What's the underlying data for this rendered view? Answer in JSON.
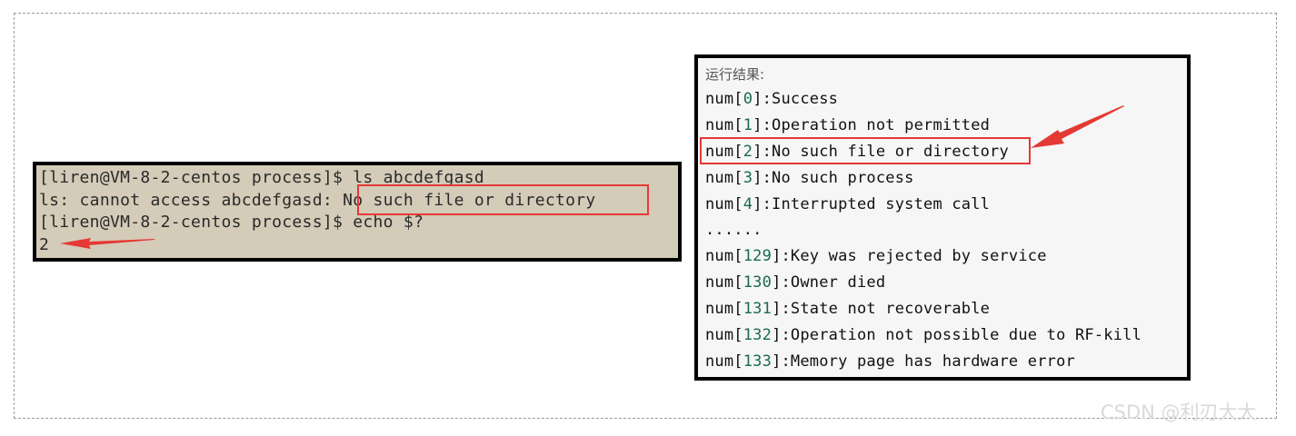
{
  "terminal": {
    "lines": [
      "[liren@VM-8-2-centos process]$ ls abcdefgasd",
      "ls: cannot access abcdefgasd: No such file or directory",
      "[liren@VM-8-2-centos process]$ echo $?",
      "2"
    ],
    "highlighted_text": "No such file or directory"
  },
  "result": {
    "title": "运行结果:",
    "lines": [
      {
        "prefix": "num[",
        "index": "0",
        "suffix": "]:Success"
      },
      {
        "prefix": "num[",
        "index": "1",
        "suffix": "]:Operation not permitted"
      },
      {
        "prefix": "num[",
        "index": "2",
        "suffix": "]:No such file or directory"
      },
      {
        "prefix": "num[",
        "index": "3",
        "suffix": "]:No such process"
      },
      {
        "prefix": "num[",
        "index": "4",
        "suffix": "]:Interrupted system call"
      },
      {
        "prefix": "",
        "index": "",
        "suffix": "......"
      },
      {
        "prefix": "num[",
        "index": "129",
        "suffix": "]:Key was rejected by service"
      },
      {
        "prefix": "num[",
        "index": "130",
        "suffix": "]:Owner died"
      },
      {
        "prefix": "num[",
        "index": "131",
        "suffix": "]:State not recoverable"
      },
      {
        "prefix": "num[",
        "index": "132",
        "suffix": "]:Operation not possible due to RF-kill"
      },
      {
        "prefix": "num[",
        "index": "133",
        "suffix": "]:Memory page has hardware error"
      }
    ]
  },
  "colors": {
    "highlight": "#e53935",
    "terminal_bg": "#d4cbb8",
    "result_bg": "#f6f6f6",
    "index_color": "#1b6b4a"
  },
  "watermark": "CSDN @利刃大大"
}
